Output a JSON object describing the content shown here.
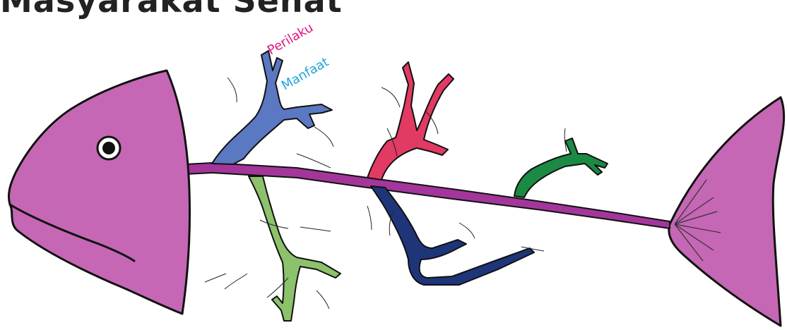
{
  "title": "Masyarakat Sehat",
  "labels": {
    "perilaku": "Perilaku",
    "manfaat": "Manfaat"
  },
  "colors": {
    "fish_body": "#c567b4",
    "spine": "#a3369b",
    "outline": "#111111",
    "bone_blue": "#5b78c2",
    "bone_light_green": "#8cc26b",
    "bone_red": "#e13a63",
    "bone_navy": "#1f3579",
    "bone_green": "#1b8a42",
    "label_perilaku": "#e0177f",
    "label_manfaat": "#21a3dc"
  }
}
